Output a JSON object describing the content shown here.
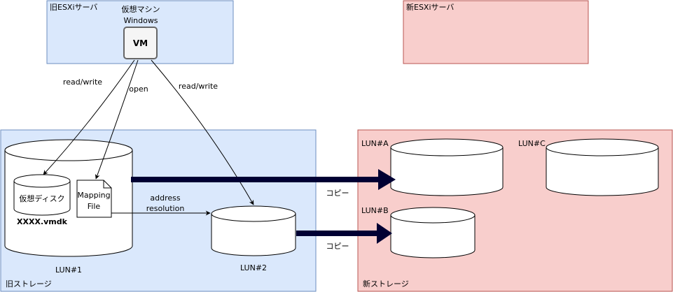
{
  "diagram": {
    "old_host": {
      "title": "旧ESXiサーバ",
      "fill": "#dae8fc",
      "stroke": "#6c8ebf"
    },
    "new_host": {
      "title": "新ESXiサーバ",
      "fill": "#f8cecc",
      "stroke": "#b85450"
    },
    "vm": {
      "caption_line1": "仮想マシン",
      "caption_line2": "Windows",
      "label": "VM",
      "fill": "#f5f5f5",
      "stroke": "#666666",
      "text_color": "#333333"
    },
    "old_storage": {
      "title": "旧ストレージ",
      "fill": "#dae8fc",
      "stroke": "#6c8ebf"
    },
    "new_storage": {
      "title": "新ストレージ",
      "fill": "#f8cecc",
      "stroke": "#b85450"
    },
    "lun1": {
      "label": "LUN#1"
    },
    "lun2": {
      "label": "LUN#2"
    },
    "lun_a": {
      "label": "LUN#A"
    },
    "lun_b": {
      "label": "LUN#B"
    },
    "lun_c": {
      "label": "LUN#C"
    },
    "virtual_disk": {
      "label": "仮想ディスク",
      "filename": "XXXX.vmdk"
    },
    "mapping_file": {
      "line1": "Mapping",
      "line2": "File"
    },
    "edges": {
      "vm_to_disk": "read/write",
      "vm_to_mapping": "open",
      "vm_to_lun2": "read/write",
      "address_resolution_line1": "address",
      "address_resolution_line2": "resolution"
    },
    "copy_arrows": {
      "label": "コピー",
      "color": "#000033"
    }
  }
}
